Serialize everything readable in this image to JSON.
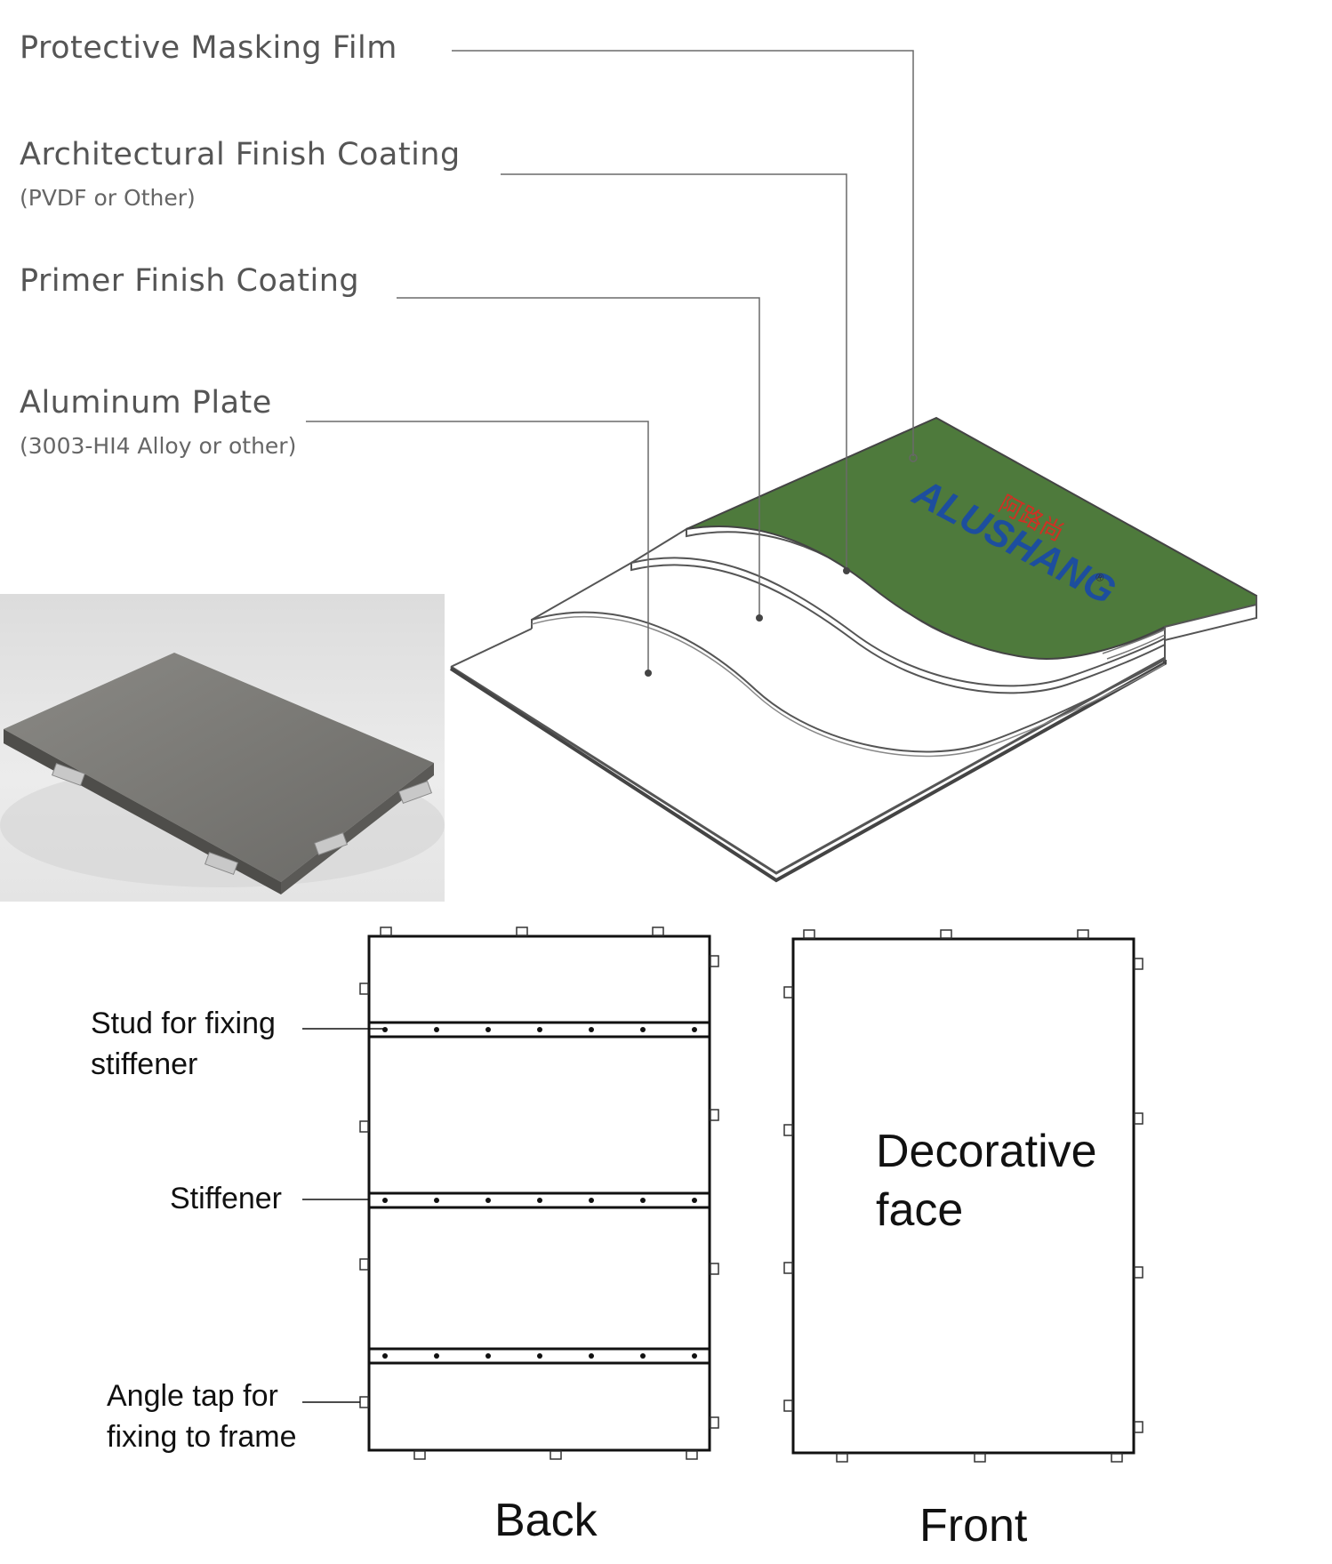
{
  "layers": [
    {
      "label": "Protective Masking Film",
      "sublabel": ""
    },
    {
      "label": "Architectural Finish Coating",
      "sublabel": "(PVDF or Other)"
    },
    {
      "label": "Primer Finish Coating",
      "sublabel": ""
    },
    {
      "label": "Aluminum Plate",
      "sublabel": "(3003-HI4 Alloy or other)"
    }
  ],
  "logo": {
    "text": "ALUSHANG",
    "chinese": "阿路尚",
    "mark": "®"
  },
  "colors": {
    "film": "#4e7a3c",
    "logo_blue": "#1d4e9e",
    "logo_red": "#d03024",
    "line": "#6a6a6a"
  },
  "back_labels": {
    "stud_line1": "Stud for fixing",
    "stud_line2": "stiffener",
    "stiffener": "Stiffener",
    "angle_line1": "Angle tap for",
    "angle_line2": "fixing to frame"
  },
  "front_face": {
    "line1": "Decorative",
    "line2": "face"
  },
  "captions": {
    "back": "Back",
    "front": "Front"
  }
}
